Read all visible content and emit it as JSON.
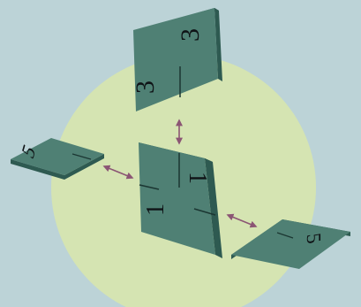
{
  "colors": {
    "background": "#bcd3d7",
    "circle": "#d5e4b2",
    "card_face": "#4f8074",
    "card_edge": "#2e5a51",
    "card_slit": "#1b3632",
    "arrow": "#8b5574",
    "numeral": "#0f1316"
  },
  "cards": {
    "top_card": {
      "numeral_top": "3",
      "numeral_bottom": "3"
    },
    "left_card": {
      "numeral": "5"
    },
    "center_card": {
      "numeral_upper": "1",
      "numeral_lower": "1"
    },
    "right_card": {
      "numeral": "5"
    }
  },
  "arrows": [
    {
      "name": "top-to-center-arrow",
      "direction": "bidirectional"
    },
    {
      "name": "left-to-center-arrow",
      "direction": "bidirectional"
    },
    {
      "name": "center-to-right-arrow",
      "direction": "bidirectional"
    }
  ]
}
